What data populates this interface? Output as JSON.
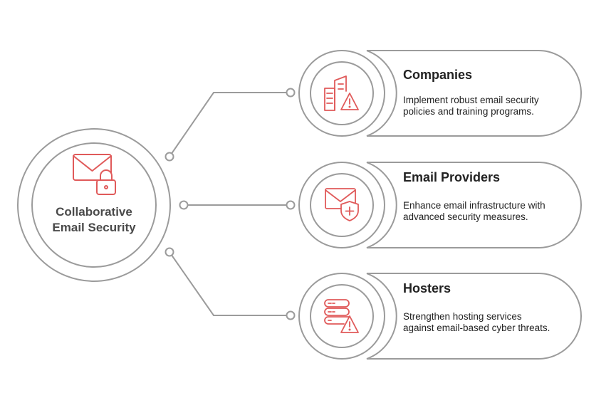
{
  "center": {
    "label_line1": "Collaborative",
    "label_line2": "Email Security",
    "icon": "envelope-lock-icon"
  },
  "items": [
    {
      "title": "Companies",
      "description": "Implement robust email security policies and training programs.",
      "icon": "building-warning-icon"
    },
    {
      "title": "Email Providers",
      "description": "Enhance email infrastructure with advanced security measures.",
      "icon": "envelope-shield-icon"
    },
    {
      "title": "Hosters",
      "description": "Strengthen hosting services against email-based cyber threats.",
      "icon": "server-warning-icon"
    }
  ],
  "colors": {
    "outline": "#9b9b9b",
    "accent": "#e05a5a",
    "text": "#222222",
    "center_text": "#4a4a4a"
  }
}
